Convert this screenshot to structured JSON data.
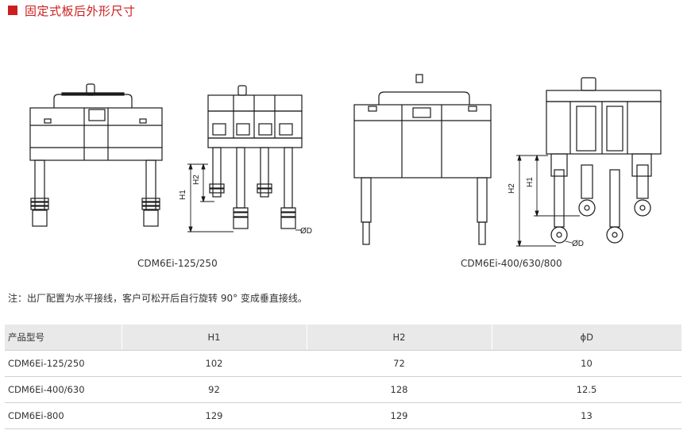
{
  "title": "固定式板后外形尺寸",
  "accent_color": "#cc1e1e",
  "drawings": {
    "left": {
      "caption": "CDM6Ei-125/250",
      "dim_h1": "H1",
      "dim_h2": "H2",
      "dim_d": "ØD"
    },
    "right": {
      "caption": "CDM6Ei-400/630/800",
      "dim_h1": "H1",
      "dim_h2": "H2",
      "dim_d": "ØD"
    }
  },
  "note": "注：出厂配置为水平接线，客户可松开后自行旋转 90° 变成垂直接线。",
  "table": {
    "headers": [
      "产品型号",
      "H1",
      "H2",
      "ϕD"
    ],
    "rows": [
      [
        "CDM6Ei-125/250",
        "102",
        "72",
        "10"
      ],
      [
        "CDM6Ei-400/630",
        "92",
        "128",
        "12.5"
      ],
      [
        "CDM6Ei-800",
        "129",
        "129",
        "13"
      ]
    ]
  }
}
